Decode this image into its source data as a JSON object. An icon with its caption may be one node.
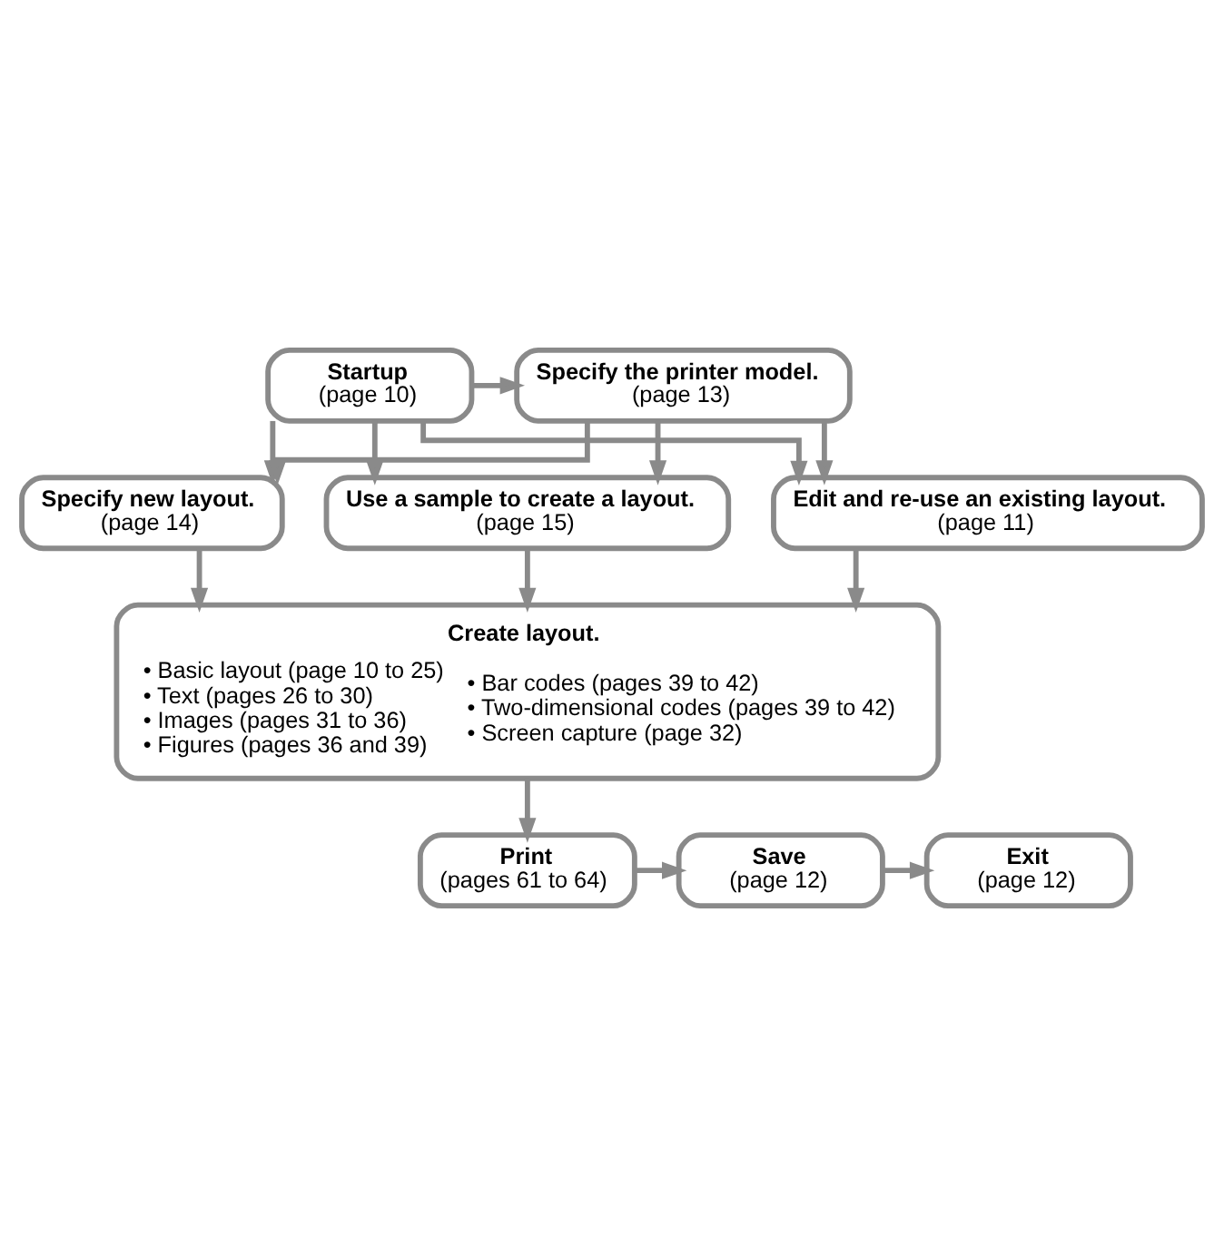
{
  "diagram": {
    "nodes": [
      {
        "text": [
          "Startup",
          "(page 10)"
        ]
      },
      {
        "text": [
          "Specify the printer model.",
          "(page 13)"
        ]
      },
      {
        "text": [
          "Specify new layout.",
          "(page 14)"
        ]
      },
      {
        "text": [
          "Use a sample to create a layout.",
          "(page 15)"
        ]
      },
      {
        "text": [
          "Edit and re-use an existing layout.",
          "(page 11)"
        ]
      },
      {
        "text": [
          "Create layout.",
          "• Basic layout (page 10 to 25)",
          "• Text (pages 26 to 30)",
          "• Images (pages 31 to 36)",
          "• Figures (pages 36 and 39)",
          "• Bar codes (pages 39 to 42)",
          "• Two-dimensional codes (pages 39 to 42)",
          "• Screen capture (page 32)"
        ]
      },
      {
        "text": [
          "Print",
          "(pages 61 to 64)"
        ]
      },
      {
        "text": [
          "Save",
          "(page 12)"
        ]
      },
      {
        "text": [
          "Exit",
          "(page 12)"
        ]
      }
    ],
    "edges": [
      {
        "from": 0,
        "to": 1,
        "arrow": "to"
      },
      {
        "from": 0,
        "to": 2,
        "arrow": "to"
      },
      {
        "from": 0,
        "to": 3,
        "arrow": "to"
      },
      {
        "from": 0,
        "to": 4,
        "arrow": "to"
      },
      {
        "from": 1,
        "to": 2,
        "arrow": "to"
      },
      {
        "from": 1,
        "to": 3,
        "arrow": "to"
      },
      {
        "from": 1,
        "to": 4,
        "arrow": "to"
      },
      {
        "from": 2,
        "to": 5,
        "arrow": "to"
      },
      {
        "from": 3,
        "to": 5,
        "arrow": "to"
      },
      {
        "from": 4,
        "to": 5,
        "arrow": "to"
      },
      {
        "from": 5,
        "to": 6,
        "arrow": "to"
      },
      {
        "from": 6,
        "to": 7,
        "arrow": "to"
      },
      {
        "from": 7,
        "to": 8,
        "arrow": "to"
      }
    ]
  }
}
